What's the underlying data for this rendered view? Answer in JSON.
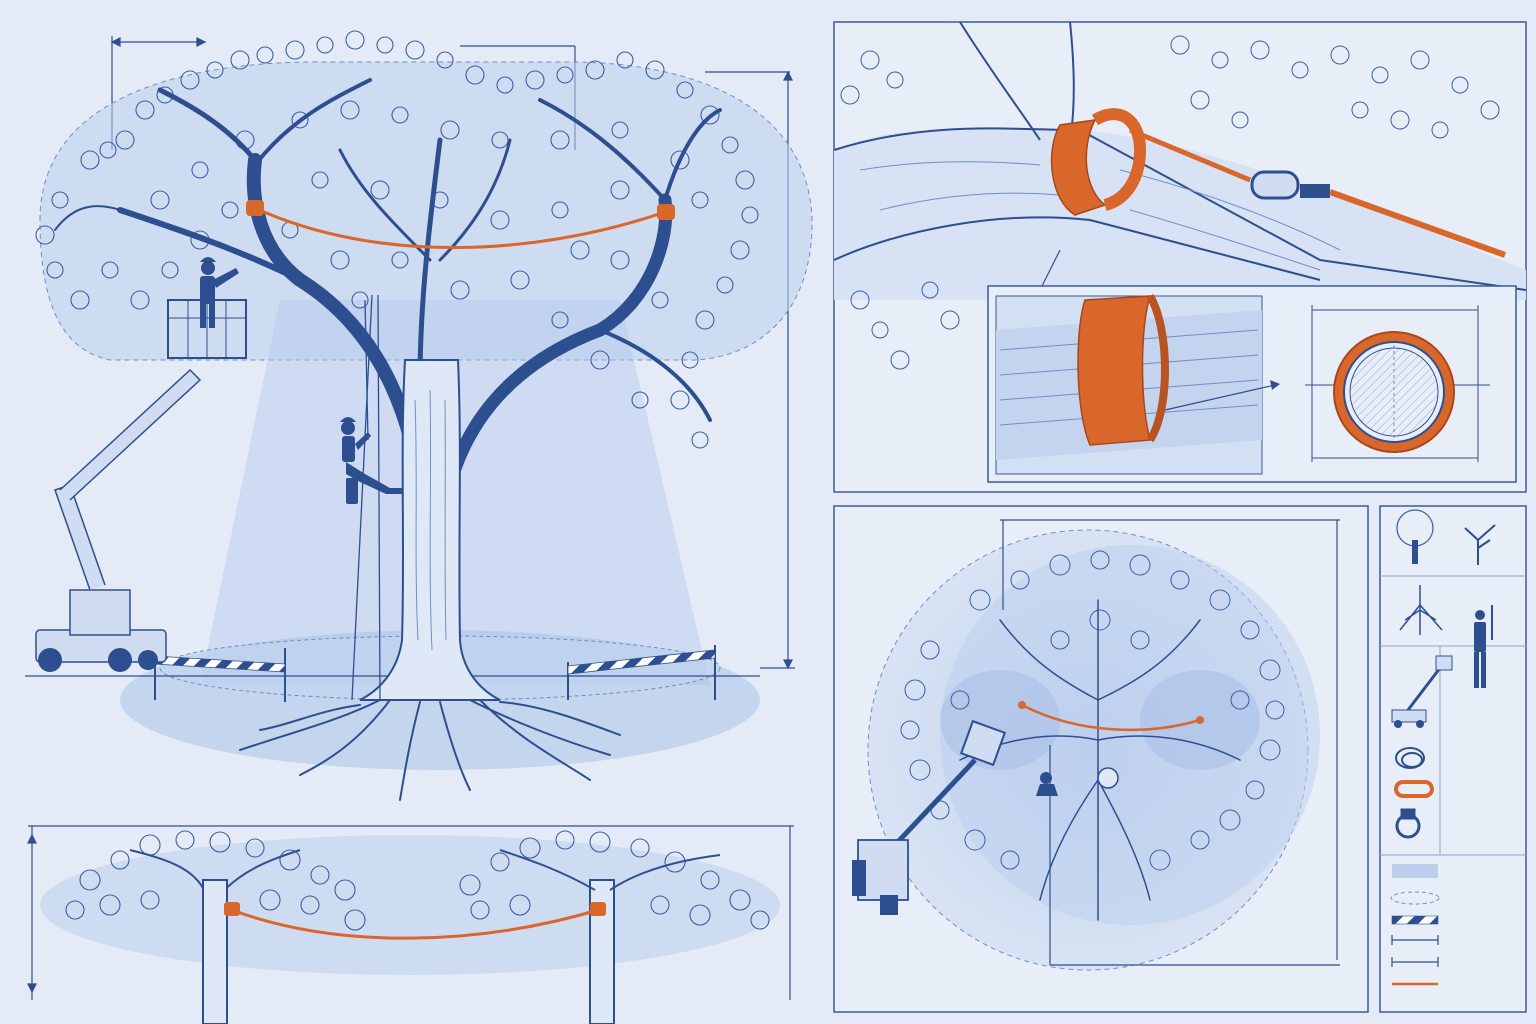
{
  "colors": {
    "background": "#e4ebf7",
    "ink": "#2e4f8f",
    "ink_light": "#6f8fc6",
    "zone_fill": "#bcd0ee",
    "cable": "#d9662a",
    "panel_border": "#3a5a98"
  },
  "panels": {
    "elevation": {
      "label": ""
    },
    "strip_elevation": {
      "label": ""
    },
    "sling_detail": {
      "label": ""
    },
    "sling_closeup": {
      "label": ""
    },
    "sling_section": {
      "label": ""
    },
    "plan_view": {
      "label": ""
    },
    "legend": {
      "label": ""
    }
  },
  "legend_items": [
    "tree-symbol",
    "pruned-tree-symbol",
    "root-zone-symbol",
    "climber-symbol",
    "aerial-lift-symbol",
    "rope-coil-symbol",
    "carabiner-symbol",
    "shackle-symbol",
    "protection-zone-fill",
    "dashed-boundary",
    "barrier-tape",
    "dimension-line",
    "cable-line"
  ],
  "icons": {
    "climber": "climber-figure-icon",
    "lift_worker": "lift-worker-figure-icon",
    "aerial_lift": "aerial-lift-icon",
    "carabiner": "carabiner-icon",
    "barrier": "barrier-tape-icon"
  }
}
